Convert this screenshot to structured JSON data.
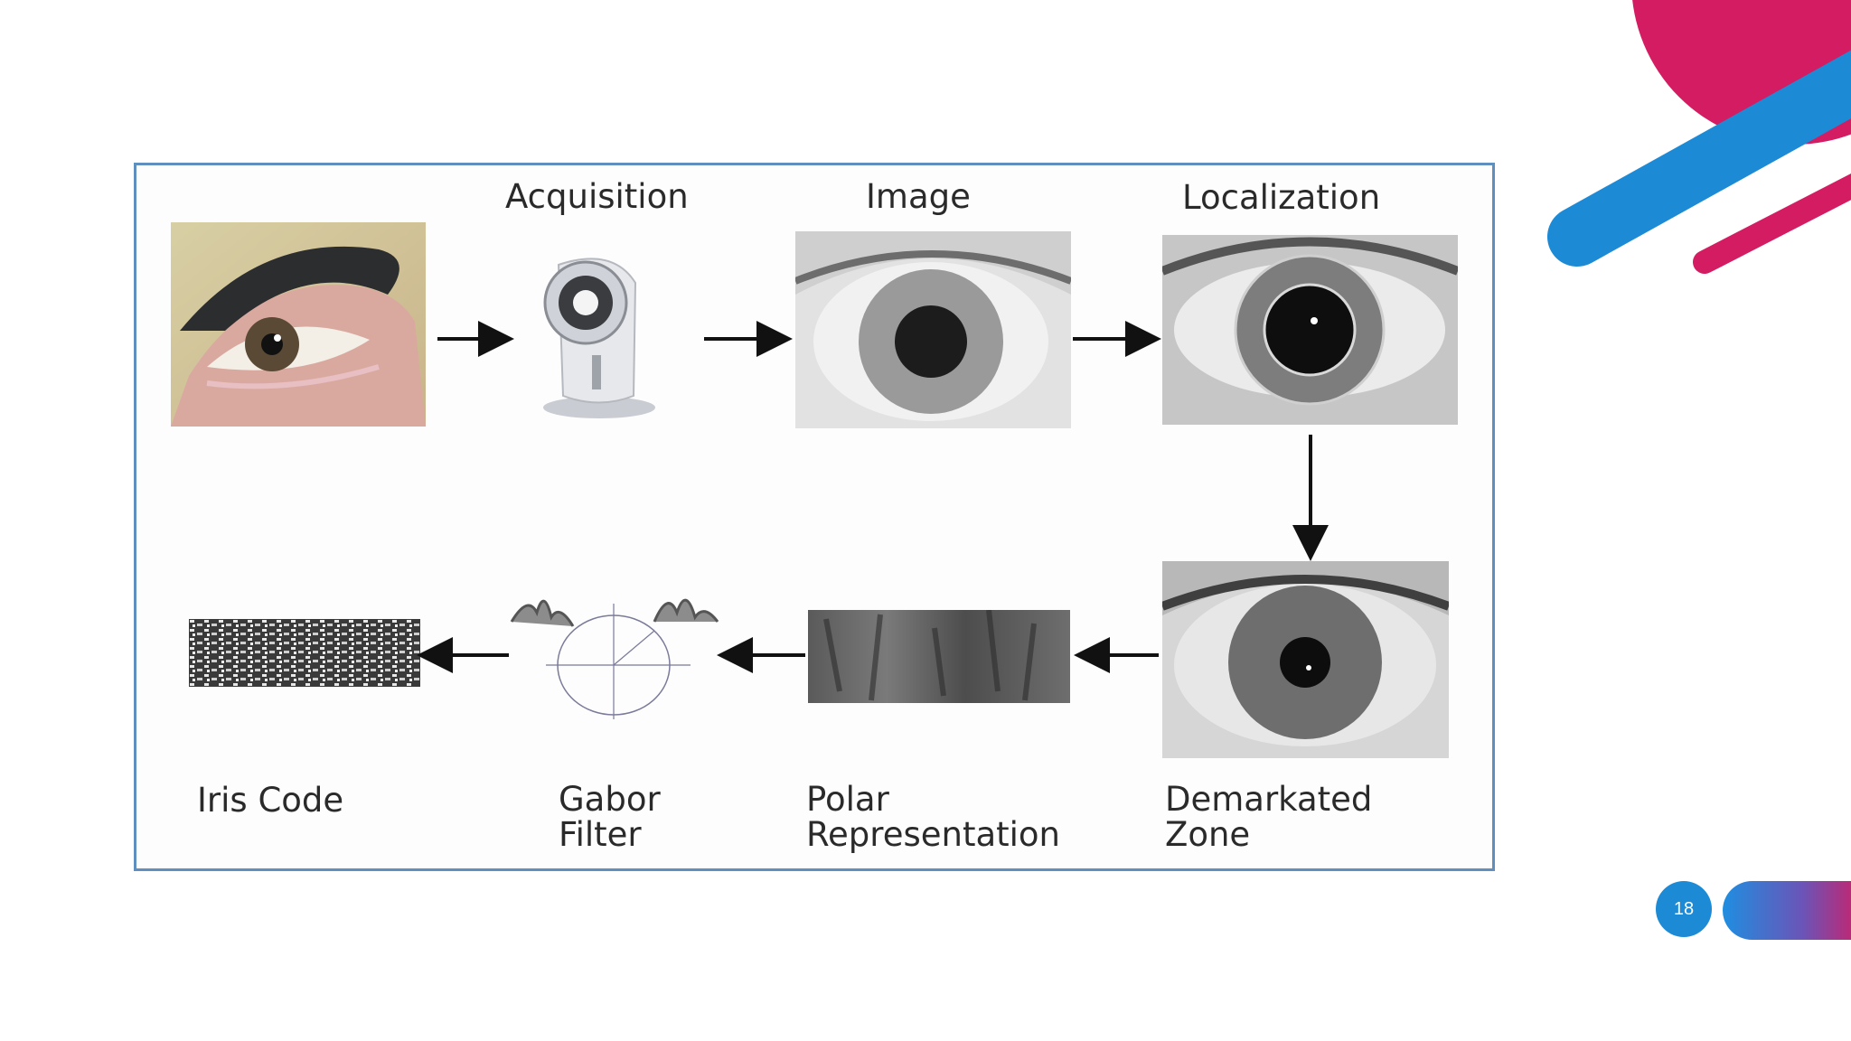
{
  "slide": {
    "page_number": "18"
  },
  "diagram": {
    "top_labels": {
      "acquisition": "Acquisition",
      "image": "Image",
      "localization": "Localization"
    },
    "bottom_labels": {
      "iris_code": "Iris Code",
      "gabor_filter_line1": "Gabor",
      "gabor_filter_line2": "Filter",
      "polar_line1": "Polar",
      "polar_line2": "Representation",
      "demarkated_line1": "Demarkated",
      "demarkated_line2": "Zone"
    }
  },
  "colors": {
    "brand_pink": "#d41c63",
    "brand_blue": "#1d8ad6",
    "frame_border": "#5f8fbf"
  }
}
